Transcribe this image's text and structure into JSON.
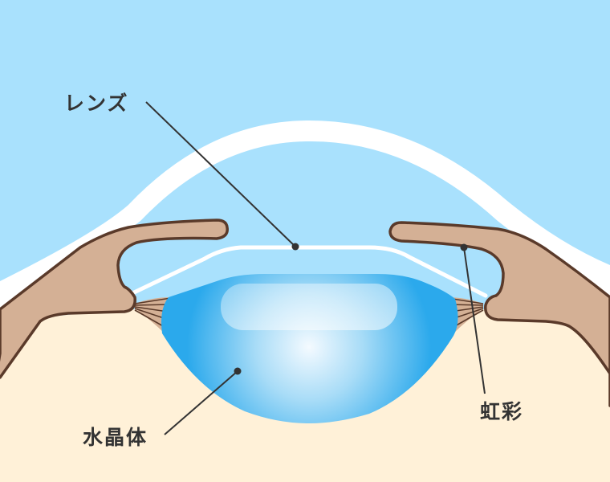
{
  "diagram": {
    "type": "eye-cross-section",
    "labels": {
      "lens": "レンズ",
      "iris": "虹彩",
      "crystalline_lens": "水晶体"
    },
    "colors": {
      "background": "#a9e1fd",
      "cornea": "#ffffff",
      "iris_fill": "#d4b095",
      "iris_outline": "#5a3a2a",
      "sclera": "#fff1d8",
      "crystalline_lens_edge": "#2ba9ec",
      "crystalline_lens_center": "#f4faff",
      "leader_line": "#333333"
    }
  }
}
